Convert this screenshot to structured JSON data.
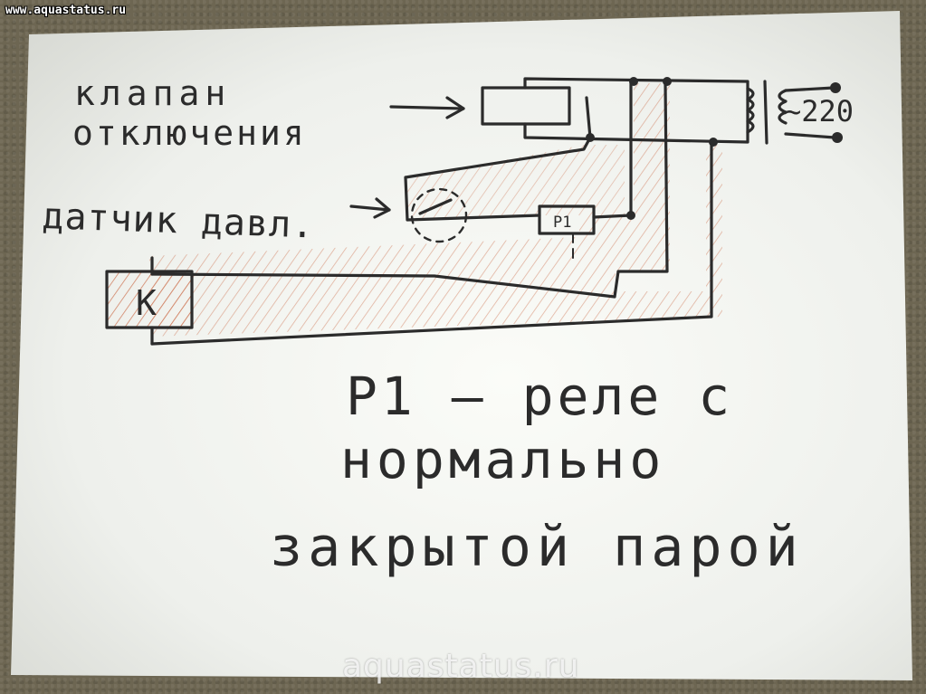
{
  "watermark_top": "www.aquastatus.ru",
  "watermark_bottom": "aquastatus.ru",
  "labels": {
    "valve_line1": "клапан",
    "valve_line2": "отключения",
    "sensor": "датчик давл.",
    "relay_box": "P1",
    "k_box": "K",
    "voltage": "~220"
  },
  "caption": {
    "line1": "P1 – реле с",
    "line2": "нормально",
    "line3": "закрытой парой"
  },
  "colors": {
    "ink": "#2b2b2b",
    "hatch": "#c9643f",
    "paper": "#f3f4f0"
  }
}
